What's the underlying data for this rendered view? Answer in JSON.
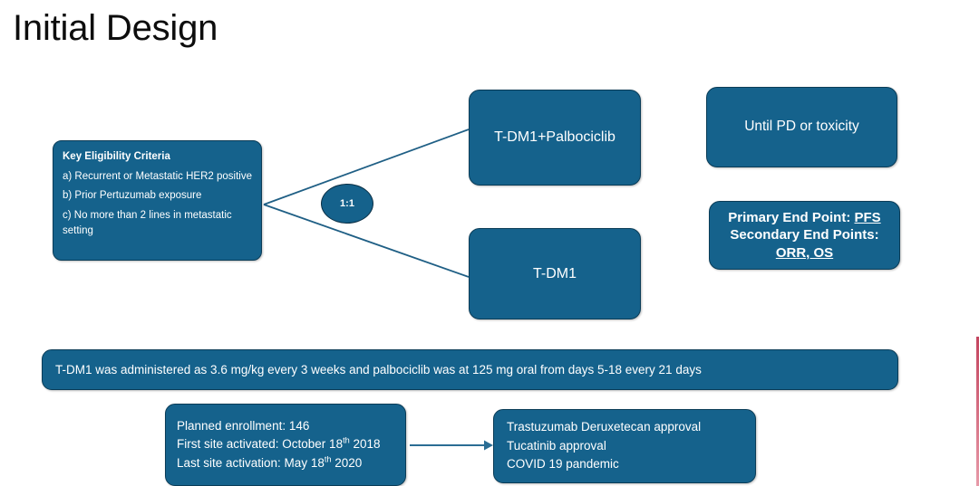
{
  "slide": {
    "title": "Initial Design",
    "background": "#ffffff",
    "box_fill": "#15628C",
    "box_border": "#0a3c57",
    "text_color": "#ffffff",
    "accent_edge_color": "#c4455f"
  },
  "eligibility": {
    "heading": "Key Eligibility Criteria",
    "criteria": [
      "a) Recurrent or Metastatic HER2 positive",
      "b) Prior Pertuzumab exposure",
      "c) No more than 2 lines in metastatic setting"
    ]
  },
  "randomization": {
    "label": "1:1"
  },
  "arms": [
    {
      "label": "T-DM1+Palbociclib"
    },
    {
      "label": "T-DM1"
    }
  ],
  "duration": {
    "label": "Until PD or toxicity"
  },
  "endpoints": {
    "primary_prefix": "Primary End Point: ",
    "primary_value": "PFS",
    "secondary_prefix": "Secondary End Points:",
    "secondary_value": "ORR, OS"
  },
  "dosing": {
    "text": "T-DM1 was administered as 3.6 mg/kg every 3 weeks and palbociclib was at 125 mg oral from days 5-18 every 21 days"
  },
  "enrollment": {
    "planned": "Planned enrollment: 146",
    "first_site_prefix": "First site activated: October 18",
    "first_site_sup": "th",
    "first_site_suffix": " 2018",
    "last_site_prefix": "Last site activation: May 18",
    "last_site_sup": "th",
    "last_site_suffix": " 2020"
  },
  "events": {
    "lines": [
      "Trastuzumab Deruxetecan approval",
      "Tucatinib approval",
      "COVID 19 pandemic"
    ]
  }
}
